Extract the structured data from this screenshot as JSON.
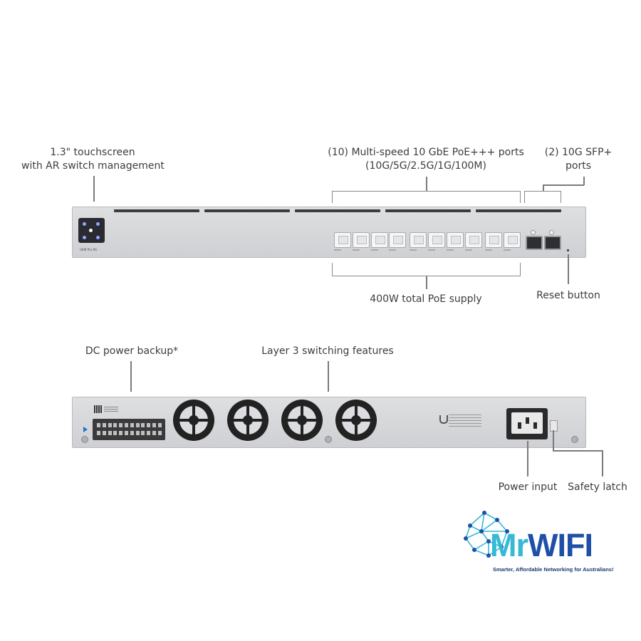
{
  "front_callouts": {
    "touchscreen": [
      "1.3\" touchscreen",
      "with AR switch management"
    ],
    "ports": [
      "(10) Multi-speed 10 GbE PoE+++ ports",
      "(10G/5G/2.5G/1G/100M)"
    ],
    "sfp": [
      "(2) 10G SFP+",
      "ports"
    ],
    "poe_supply": "400W total PoE supply",
    "reset": "Reset button"
  },
  "rear_callouts": {
    "dc_backup": "DC power backup*",
    "layer3": "Layer 3 switching features",
    "power_input": "Power input",
    "safety_latch": "Safety latch"
  },
  "front_panel": {
    "model_text": "USW Pro XG",
    "ports": [
      {
        "icon": "ethernet-port-icon"
      },
      {
        "icon": "ethernet-port-icon"
      },
      {
        "icon": "ethernet-port-icon"
      },
      {
        "icon": "ethernet-port-icon"
      },
      {
        "icon": "ethernet-port-icon"
      },
      {
        "icon": "ethernet-port-icon"
      },
      {
        "icon": "ethernet-port-icon"
      },
      {
        "icon": "ethernet-port-icon"
      },
      {
        "icon": "ethernet-port-icon"
      },
      {
        "icon": "ethernet-port-icon"
      }
    ],
    "sfp_ports": [
      {
        "icon": "sfp-port-icon"
      },
      {
        "icon": "sfp-port-icon"
      }
    ]
  },
  "rear_panel": {
    "fans": [
      "fan-icon",
      "fan-icon",
      "fan-icon",
      "fan-icon"
    ]
  },
  "logo": {
    "brand_prefix": "Mr",
    "brand_suffix": "WIFI",
    "tagline": "Smarter, Affordable Networking for Australians!",
    "colors": {
      "prefix": "#35b9d4",
      "suffix": "#1f4fa6",
      "network": "#35b9d4"
    }
  }
}
